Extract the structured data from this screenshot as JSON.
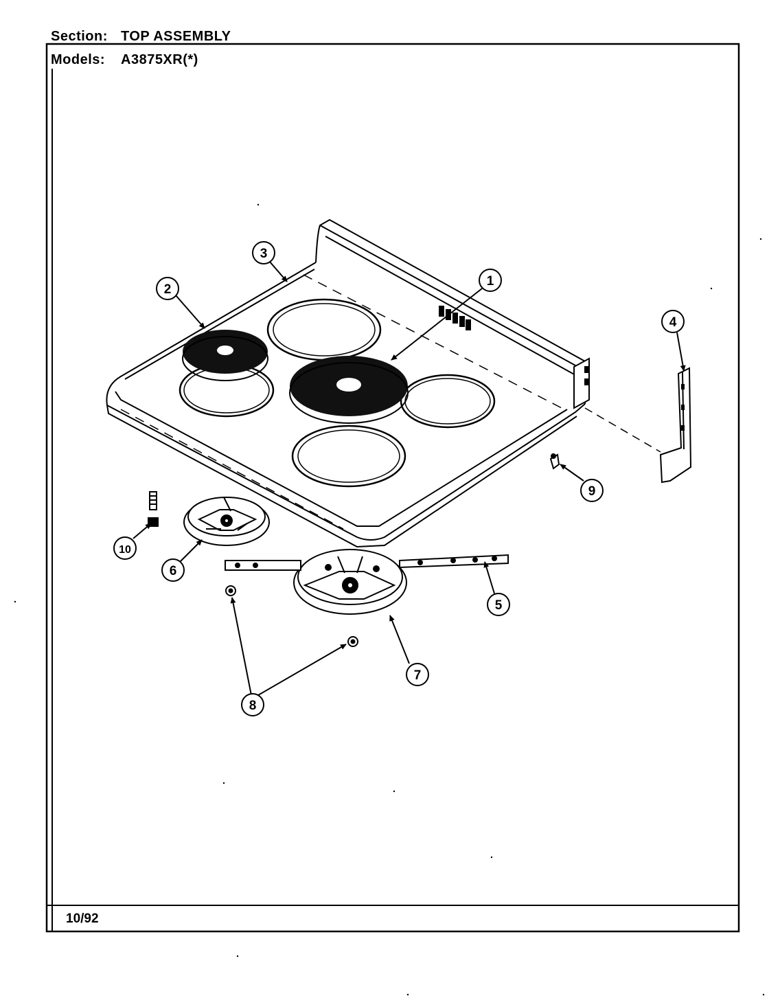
{
  "header": {
    "section_label": "Section:",
    "section_value": "TOP ASSEMBLY",
    "models_label": "Models:",
    "models_value": "A3875XR(*)"
  },
  "footer": {
    "date": "10/92"
  },
  "callouts": {
    "c1": "1",
    "c2": "2",
    "c3": "3",
    "c4": "4",
    "c5": "5",
    "c6": "6",
    "c7": "7",
    "c8": "8",
    "c9": "9",
    "c10": "10"
  }
}
